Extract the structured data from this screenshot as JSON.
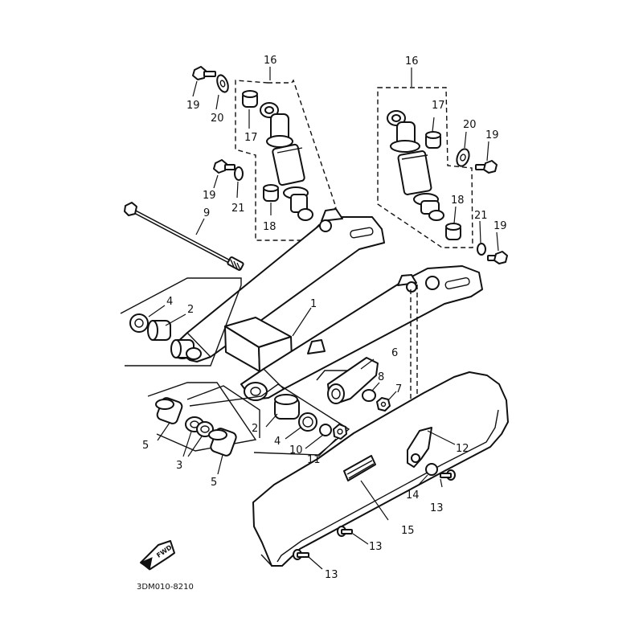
{
  "diagram": {
    "code": "3DM010-8210",
    "fwd_label": "FWD",
    "callouts": {
      "c1": "1",
      "c2a": "2",
      "c2b": "2",
      "c3": "3",
      "c4a": "4",
      "c4b": "4",
      "c5a": "5",
      "c5b": "5",
      "c6": "6",
      "c7": "7",
      "c8": "8",
      "c9": "9",
      "c10": "10",
      "c11": "11",
      "c12": "12",
      "c13a": "13",
      "c13b": "13",
      "c13c": "13",
      "c14": "14",
      "c15": "15",
      "c16a": "16",
      "c16b": "16",
      "c17a": "17",
      "c17b": "17",
      "c18a": "18",
      "c18b": "18",
      "c19a": "19",
      "c19b": "19",
      "c19c": "19",
      "c19d": "19",
      "c20a": "20",
      "c20b": "20",
      "c21a": "21",
      "c21b": "21"
    }
  }
}
